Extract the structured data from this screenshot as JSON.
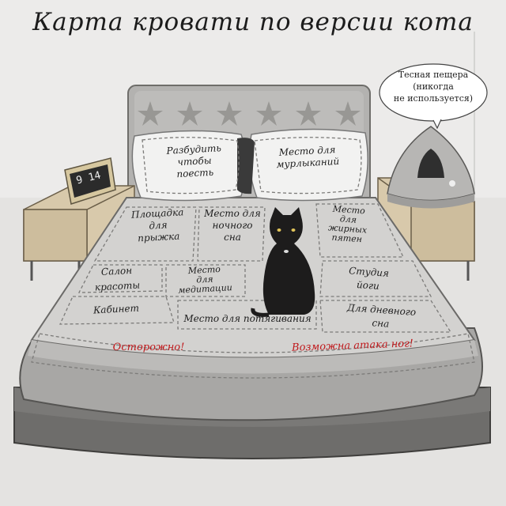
{
  "title": "Карта кровати по версии кота",
  "clock": {
    "time": "9 14"
  },
  "cave_note": [
    "Тесная пещера",
    "(никогда",
    "не используется)"
  ],
  "zones": {
    "wake_up": [
      "Разбудить",
      "чтобы",
      "поесть"
    ],
    "purring": [
      "Место для",
      "мурлыканий"
    ],
    "jump_pad": [
      "Площадка",
      "для",
      "прыжка"
    ],
    "night_sleep": [
      "Место для",
      "ночного",
      "сна"
    ],
    "greasy_spots": [
      "Место",
      "для",
      "жирных",
      "пятен"
    ],
    "beauty_salon": [
      "Салон",
      "красоты"
    ],
    "meditation": [
      "Место",
      "для",
      "медитации"
    ],
    "yoga_studio": [
      "Студия",
      "йоги"
    ],
    "office": [
      "Кабинет"
    ],
    "stretching": [
      "Место для потягивания"
    ],
    "day_sleep": [
      "Для дневного",
      "сна"
    ]
  },
  "warnings": {
    "careful": "Осторожно!",
    "foot_attack": "Возможна атака ног!"
  }
}
